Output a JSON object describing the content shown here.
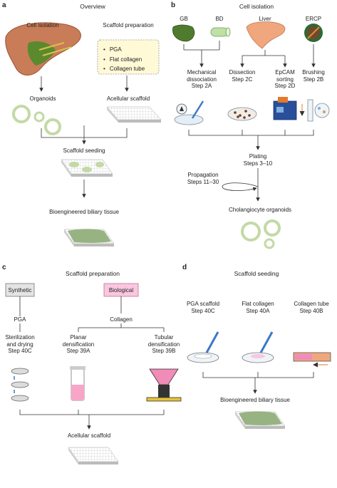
{
  "panel_a": {
    "label": "a",
    "title": "Overview",
    "cell_isolation": "Cell isolation",
    "scaffold_preparation": "Scaffold preparation",
    "scaffold_options": [
      "PGA",
      "Flat collagen",
      "Collagen tube"
    ],
    "organoids": "Organoids",
    "acellular_scaffold": "Acellular scaffold",
    "scaffold_seeding": "Scaffold seeding",
    "bioengineered_tissue": "Bioengineered biliary tissue"
  },
  "panel_b": {
    "label": "b",
    "title": "Cell isolation",
    "gb": "GB",
    "bd": "BD",
    "liver": "Liver",
    "ercp": "ERCP",
    "mech_1": "Mechanical",
    "mech_2": "dissociation",
    "mech_3": "Step 2A",
    "diss_1": "Dissection",
    "diss_2": "Step 2C",
    "epcam_1": "EpCAM",
    "epcam_2": "sorting",
    "epcam_3": "Step 2D",
    "brush_1": "Brushing",
    "brush_2": "Step 2B",
    "plating_1": "Plating",
    "plating_2": "Steps 3–10",
    "prop_1": "Propagation",
    "prop_2": "Steps 11–30",
    "chol": "Cholangiocyte organoids"
  },
  "panel_c": {
    "label": "c",
    "title": "Scaffold preparation",
    "synthetic": "Synthetic",
    "biological": "Biological",
    "pga": "PGA",
    "collagen": "Collagen",
    "ster_1": "Sterilization",
    "ster_2": "and drying",
    "ster_3": "Step 40C",
    "planar_1": "Planar",
    "planar_2": "densification",
    "planar_3": "Step 39A",
    "tub_1": "Tubular",
    "tub_2": "densification",
    "tub_3": "Step 39B",
    "acellular": "Acellular scaffold"
  },
  "panel_d": {
    "label": "d",
    "title": "Scaffold seeding",
    "pga_1": "PGA scaffold",
    "pga_2": "Step 40C",
    "flat_1": "Flat collagen",
    "flat_2": "Step 40A",
    "tube_1": "Collagen tube",
    "tube_2": "Step 40B",
    "bio": "Bioengineered biliary tissue"
  },
  "colors": {
    "organoid_ring": "#c4d9a6",
    "tissue_green": "#97b382",
    "liver_brown": "#c97c58",
    "gallbladder_green": "#4f7b2f",
    "scaffold_box_fill": "#fff9d6",
    "synthetic_fill": "#e4e4e4",
    "biological_fill": "#f9c7df",
    "pipette_blue": "#3c78c8",
    "arrow": "#333333"
  }
}
